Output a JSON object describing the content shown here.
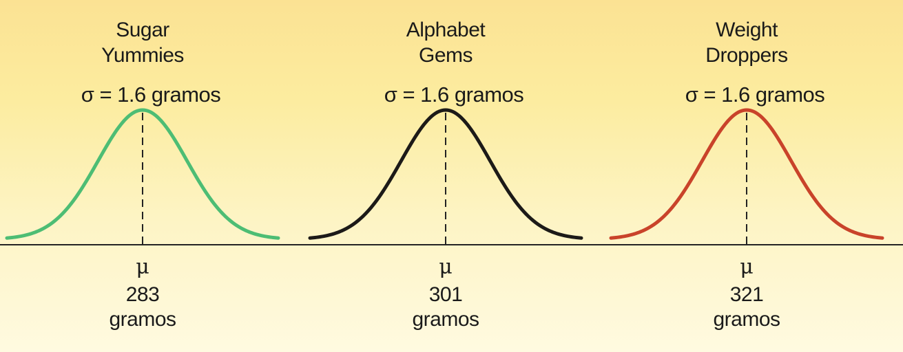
{
  "chart_data": [
    {
      "type": "line",
      "title_lines": [
        "Sugar",
        "Yummies"
      ],
      "sigma_label": "σ = 1.6 gramos",
      "mu_symbol": "μ",
      "mean_value": "283",
      "mean_unit": "gramos",
      "mean": 283,
      "sd": 1.6,
      "color": "#4dbd74"
    },
    {
      "type": "line",
      "title_lines": [
        "Alphabet",
        "Gems"
      ],
      "sigma_label": "σ = 1.6 gramos",
      "mu_symbol": "μ",
      "mean_value": "301",
      "mean_unit": "gramos",
      "mean": 301,
      "sd": 1.6,
      "color": "#1c1a18"
    },
    {
      "type": "line",
      "title_lines": [
        "Weight",
        "Droppers"
      ],
      "sigma_label": "σ = 1.6 gramos",
      "mu_symbol": "μ",
      "mean_value": "321",
      "mean_unit": "gramos",
      "mean": 321,
      "sd": 1.6,
      "color": "#c9432a"
    }
  ],
  "axis": {
    "color": "#222222"
  }
}
